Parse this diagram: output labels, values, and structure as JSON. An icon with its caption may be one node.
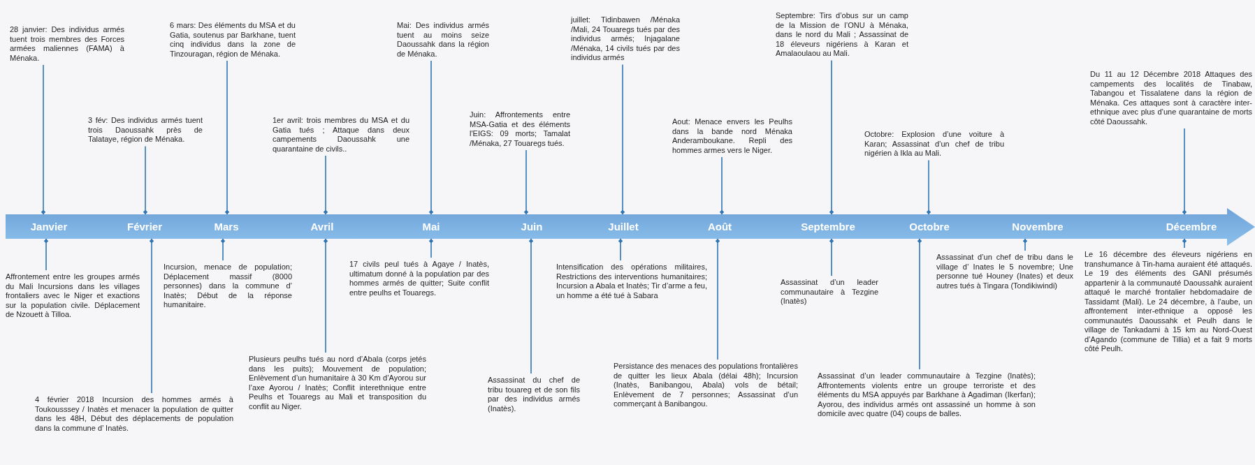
{
  "diagram": {
    "nodes": [
      {
        "text": [
          "28 janvier: Des individus armés tuent trois membres des Forces armées maliennes (FAMA) à Ménaka."
        ]
      },
      {
        "text": [
          "3 fév: Des individus armés tuent trois Daoussahk près de Talataye, région de Ménaka."
        ]
      },
      {
        "text": [
          "6 mars: Des éléments du MSA et du Gatia, soutenus par Barkhane, tuent cinq individus dans la zone de Tinzouragan, région de Ménaka."
        ]
      },
      {
        "text": [
          "1er avril: trois membres du MSA et du Gatia tués ; Attaque dans deux campements Daoussahk une quarantaine de civils.."
        ]
      },
      {
        "text": [
          "Mai: Des individus armés tuent au moins seize Daoussahk dans la région de Ménaka."
        ]
      },
      {
        "text": [
          "Juin: Affrontements entre MSA-Gatia et des éléments l'EIGS: 09 morts; Tamalat /Ménaka, 27 Touaregs tués."
        ]
      },
      {
        "text": [
          "juillet: Tidinbawen /Ménaka /Mali, 24 Touaregs tués par des individus armés; Injagalane /Ménaka, 14 civils tués par des individus armés"
        ]
      },
      {
        "text": [
          "Aout: Menace envers les Peulhs dans la bande nord Ménaka Anderamboukane. Repli des hommes armes vers le Niger."
        ]
      },
      {
        "text": [
          "Septembre: Tirs d’obus sur un camp de la Mission de l’ONU à Ménaka, dans le nord du Mali ; Assassinat de 18 éleveurs nigériens à Karan et Amalaoulaou au Mali."
        ]
      },
      {
        "text": [
          "Octobre: Explosion d’une voiture à Karan; Assassinat d’un chef de tribu nigérien à Ikla au Mali."
        ]
      },
      {
        "text": [
          "Du 11 au 12 Décembre 2018 Attaques des campements des localités de Tinabaw, Tabangou et Tissalatene dans la région de Ménaka. Ces attaques sont à caractère inter-ethnique avec plus d’une quarantaine de morts côté Daoussahk."
        ]
      },
      {
        "text": [],
        "shape": "arrow"
      },
      {
        "text": [
          "Janvier"
        ],
        "in": 11
      },
      {
        "text": [
          "Février"
        ],
        "in": 11
      },
      {
        "text": [
          "Mars"
        ],
        "in": 11
      },
      {
        "text": [
          "Avril"
        ],
        "in": 11
      },
      {
        "text": [
          "Mai"
        ],
        "in": 11
      },
      {
        "text": [
          "Juin"
        ],
        "in": 11
      },
      {
        "text": [
          "Juillet"
        ],
        "in": 11
      },
      {
        "text": [
          "Août"
        ],
        "in": 11
      },
      {
        "text": [
          "Septembre"
        ],
        "in": 11
      },
      {
        "text": [
          "Octobre"
        ],
        "in": 11
      },
      {
        "text": [
          "Novembre"
        ],
        "in": 11
      },
      {
        "text": [
          "Décembre"
        ],
        "in": 11
      },
      {
        "text": [
          "Affrontement entre les groupes armés du Mali Incursions dans les villages frontaliers avec le Niger et exactions sur la population civile. Déplacement de Nzouett à Tilloa."
        ]
      },
      {
        "text": [
          "4 février 2018 Incursion des hommes armés à Toukousssey / Inatès et menacer la population de quitter dans les 48H, Début des déplacements de population dans la commune d’ Inatès."
        ]
      },
      {
        "text": [
          "Incursion, menace de population; Déplacement massif (8000 personnes) dans la commune d’ Inatès; Début de la réponse humanitaire."
        ]
      },
      {
        "text": [
          "Plusieurs peulhs tués au nord d’Abala (corps jetés dans les puits); Mouvement de population; Enlèvement d’un humanitaire à 30 Km d’Ayorou sur l’axe Ayorou / Inatès; Conflit interethnique entre Peulhs et Touaregs au Mali et transposition du conflit au Niger."
        ]
      },
      {
        "text": [
          "17 civils peul tués à Agaye / Inatès, ultimatum donné à la population par des hommes armés de quitter; Suite conflit entre peulhs et Touaregs."
        ]
      },
      {
        "text": [
          "Assassinat du chef de tribu touareg et de son fils par des individus armés (Inatès)."
        ]
      },
      {
        "text": [
          "Intensification des opérations militaires, Restrictions des interventions humanitaires; Incursion a Abala et Inatès; Tir d’arme a feu, un homme a été tué à Sabara"
        ]
      },
      {
        "text": [
          "Persistance des menaces des populations frontalières de quitter les lieux Abala (délai 48h); Incursion (Inatès, Banibangou, Abala) vols de bétail; Enlèvement de 7 personnes; Assassinat d’un commerçant à Banibangou."
        ]
      },
      {
        "text": [
          "Assassinat d’un leader communautaire à Tezgine (Inatès)"
        ]
      },
      {
        "text": [
          "Assassinat d’un leader communautaire à Tezgine (Inatès); Affrontements violents entre un groupe terroriste et des éléments du MSA appuyés par Barkhane à Agadiman (Ikerfan); Ayorou, des individus armés ont assassiné un homme à son domicile avec quatre (04) coups de balles."
        ]
      },
      {
        "text": [
          "Assassinat d’un chef de tribu dans le village d’ Inates le 5 novembre; Une personne tué Houney (Inates) et deux autres tués à Tingara (Tondikiwindi)"
        ]
      },
      {
        "text": [
          "Le 16 décembre des éleveurs nigériens en transhumance à Tin-hama auraient été attaqués. Le 19 des éléments des GANI présumés appartenir à la communauté Daoussahk auraient attaqué le marché frontalier hebdomadaire de Tassidamt (Mali). Le 24 décembre, à l’aube, un affrontement inter-ethnique a opposé les communautés Daoussahk et Peulh dans le village de Tankadami à 15 km au Nord-Ouest d’Agando (commune de Tillia) et a fait 9 morts côté Peulh."
        ]
      }
    ],
    "edges": [
      {
        "from": 0,
        "to": 12,
        "arrow": "other"
      },
      {
        "from": 1,
        "to": 13,
        "arrow": "other"
      },
      {
        "from": 2,
        "to": 14,
        "arrow": "other"
      },
      {
        "from": 3,
        "to": 15,
        "arrow": "other"
      },
      {
        "from": 4,
        "to": 16,
        "arrow": "other"
      },
      {
        "from": 5,
        "to": 17,
        "arrow": "other"
      },
      {
        "from": 6,
        "to": 18,
        "arrow": "other"
      },
      {
        "from": 7,
        "to": 19,
        "arrow": "other"
      },
      {
        "from": 8,
        "to": 20,
        "arrow": "other"
      },
      {
        "from": 9,
        "to": 21,
        "arrow": "other"
      },
      {
        "from": 10,
        "to": 23,
        "arrow": "other"
      },
      {
        "from": 24,
        "to": 12,
        "arrow": "other"
      },
      {
        "from": 25,
        "to": 13,
        "arrow": "other"
      },
      {
        "from": 26,
        "to": 14,
        "arrow": "other"
      },
      {
        "from": 27,
        "to": 15,
        "arrow": "other"
      },
      {
        "from": 28,
        "to": 16,
        "arrow": "other"
      },
      {
        "from": 29,
        "to": 17,
        "arrow": "other"
      },
      {
        "from": 30,
        "to": 18,
        "arrow": "other"
      },
      {
        "from": 31,
        "to": 19,
        "arrow": "other"
      },
      {
        "from": 32,
        "to": 20,
        "arrow": "other"
      },
      {
        "from": 33,
        "to": 21,
        "arrow": "other"
      },
      {
        "from": 34,
        "to": 22,
        "arrow": "other"
      },
      {
        "from": 35,
        "to": 23,
        "arrow": "other"
      }
    ]
  }
}
